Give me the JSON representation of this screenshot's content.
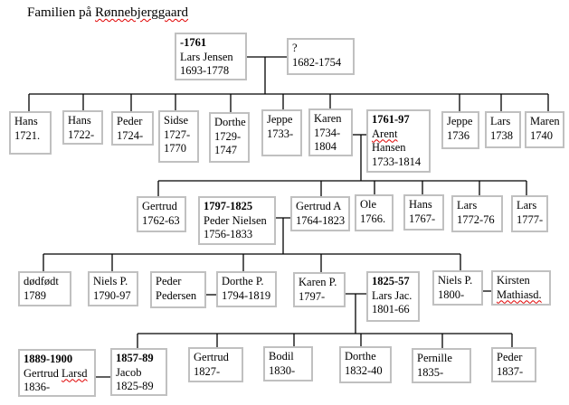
{
  "title": {
    "prefix": "Familien på ",
    "name": "Rønnebjerggaard"
  },
  "colors": {
    "line": "#000000",
    "box_border": "#c0c0c0",
    "spellcheck": "#e00000"
  },
  "gen1": {
    "lars_jensen": {
      "married": "-1761",
      "name": "Lars Jensen",
      "life": "1693-1778"
    },
    "spouse": {
      "name": "?",
      "life": "1682-1754"
    }
  },
  "gen2": [
    {
      "name": "Hans",
      "life": "1721."
    },
    {
      "name": "Hans",
      "life": "1722-"
    },
    {
      "name": "Peder",
      "life": "1724-"
    },
    {
      "name": "Sidse",
      "life": "1727-",
      "life2": "1770"
    },
    {
      "name": "Dorthe",
      "life": "1729-",
      "life2": "1747"
    },
    {
      "name": "Jeppe",
      "life": "1733-"
    },
    {
      "name": "Karen",
      "life": "1734-",
      "life2": "1804"
    },
    {
      "name": "Jeppe",
      "life": "1736"
    },
    {
      "name": "Lars",
      "life": "1738"
    },
    {
      "name": "Maren",
      "life": "1740"
    }
  ],
  "arent": {
    "married": "1761-97",
    "name": "Arent",
    "name2": "Hansen",
    "life": "1733-1814"
  },
  "gen3": [
    {
      "name": "Gertrud",
      "life": "1762-63"
    },
    {
      "name": "Gertrud A",
      "life": "1764-1823"
    },
    {
      "name": "Ole",
      "life": "1766."
    },
    {
      "name": "Hans",
      "life": "1767-"
    },
    {
      "name": "Lars",
      "life": "1772-76"
    },
    {
      "name": "Lars",
      "life": "1777-"
    }
  ],
  "peder_nielsen": {
    "married": "1797-1825",
    "name": "Peder Nielsen",
    "life": "1756-1833"
  },
  "gen4": [
    {
      "name": "dødfødt",
      "life": "1789"
    },
    {
      "name": "Niels P.",
      "life": "1790-97"
    },
    {
      "name": "Dorthe P.",
      "life": "1794-1819"
    },
    {
      "name": "Karen P.",
      "life": "1797-"
    },
    {
      "name": "Niels P.",
      "life": "1800-"
    }
  ],
  "peder_pedersen": {
    "name": "Peder",
    "name2": "Pedersen"
  },
  "lars_jac": {
    "married": "1825-57",
    "name": "Lars Jac.",
    "life": "1801-66"
  },
  "kirsten": {
    "name": "Kirsten",
    "name2": "Mathiasd."
  },
  "gen5": [
    {
      "married": "1857-89",
      "name": "Jacob",
      "life": "1825-89"
    },
    {
      "name": "Gertrud",
      "life": "1827-"
    },
    {
      "name": "Bodil",
      "life": "1830-"
    },
    {
      "name": "Dorthe",
      "life": "1832-40"
    },
    {
      "name": "Pernille",
      "life": "1835-"
    },
    {
      "name": "Peder",
      "life": "1837-"
    }
  ],
  "gertrud_larsd": {
    "married": "1889-1900",
    "name": "Gertrud ",
    "name_b": "Larsd",
    "life": "1836-"
  }
}
